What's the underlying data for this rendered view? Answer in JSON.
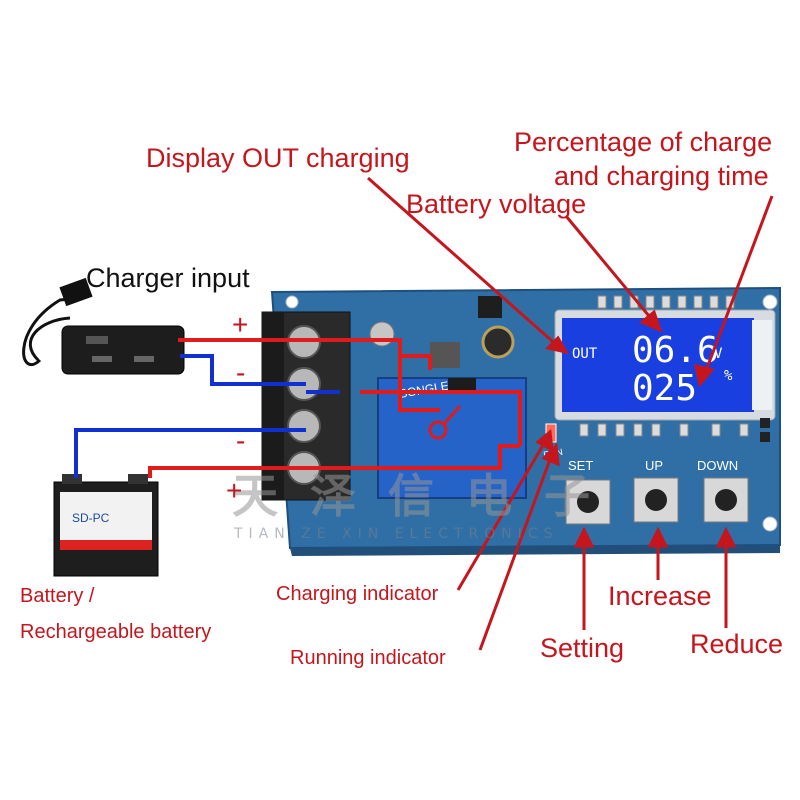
{
  "labels": {
    "display_out": "Display OUT charging",
    "percentage_line1": "Percentage of charge",
    "percentage_line2": "and charging time",
    "battery_voltage": "Battery voltage",
    "charger_input": "Charger input",
    "battery_line1": "Battery /",
    "battery_line2": "Rechargeable battery",
    "charging_indicator": "Charging indicator",
    "running_indicator": "Running indicator",
    "setting": "Setting",
    "increase": "Increase",
    "reduce": "Reduce",
    "plus_top": "+",
    "minus_1": "-",
    "minus_2": "-",
    "plus_bottom": "+"
  },
  "lcd": {
    "out": "OUT",
    "voltage": "06.6",
    "voltage_unit": "V",
    "percent": "025",
    "percent_unit": "%"
  },
  "board": {
    "set": "SET",
    "up": "UP",
    "down": "DOWN",
    "run": "RUN",
    "relay_brand": "SONGLE"
  },
  "watermark": {
    "text": "TIAN ZE XIN ELECTRONICS"
  },
  "battery_label": "SD-PC",
  "colors": {
    "annotation": "#c4161c",
    "board": "#2f6fa6",
    "lcd": "#1a3fe0",
    "wire_red": "#e01b1b",
    "wire_blue": "#1030d0"
  }
}
